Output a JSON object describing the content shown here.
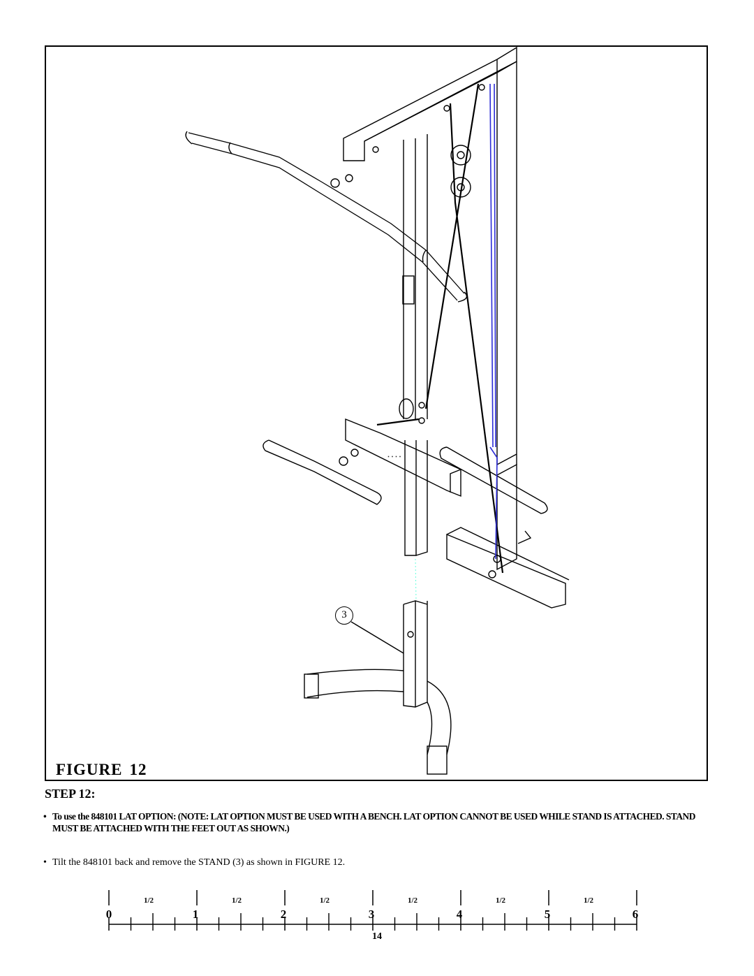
{
  "figure": {
    "label": "FIGURE",
    "number": "12",
    "callout": "3"
  },
  "step": {
    "heading": "STEP 12:"
  },
  "instructions": [
    {
      "bullet": "•",
      "text": "To use the 848101 LAT OPTION: (NOTE: LAT OPTION MUST BE USED WITH A BENCH. LAT OPTION CANNOT BE USED WHILE STAND IS ATTACHED. STAND MUST BE ATTACHED WITH THE FEET OUT AS SHOWN.)"
    },
    {
      "bullet": "•",
      "text": "Tilt the 848101 back and remove the STAND (3) as shown in FIGURE 12."
    }
  ],
  "ruler": {
    "numbers": [
      "0",
      "1",
      "2",
      "3",
      "4",
      "5",
      "6"
    ],
    "half_label": "1/2"
  },
  "page_number": "14",
  "colors": {
    "cable_highlight": "#2b2bd6"
  }
}
